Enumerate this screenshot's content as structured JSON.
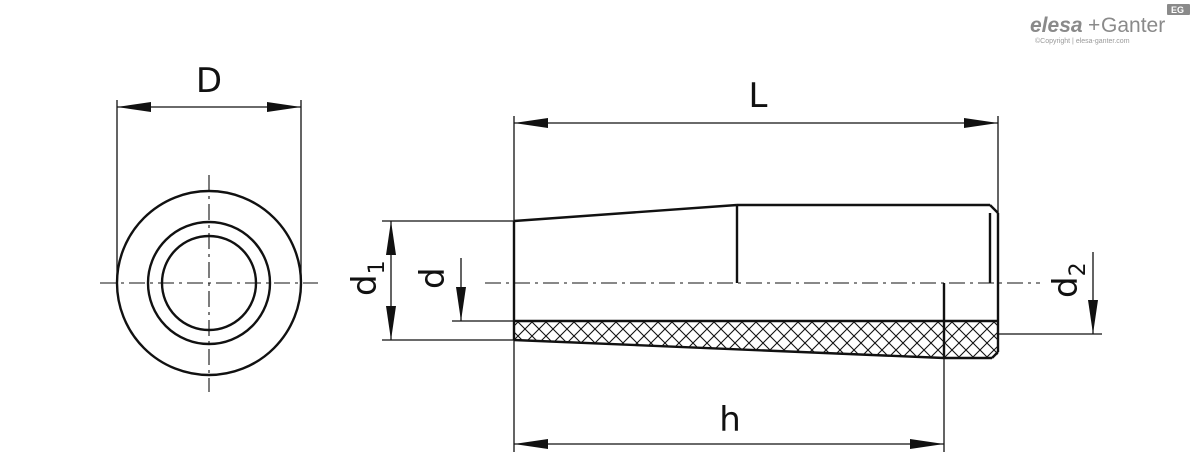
{
  "logo": {
    "brand_left": "elesa",
    "brand_plus": "+",
    "brand_right": "Ganter",
    "copyright": "©Copyright | elesa-ganter.com",
    "badge": "EG"
  },
  "dimensions": {
    "D": "D",
    "L": "L",
    "h": "h",
    "d": "d",
    "d1_main": "d",
    "d1_sub": "1",
    "d2_main": "d",
    "d2_sub": "2"
  }
}
